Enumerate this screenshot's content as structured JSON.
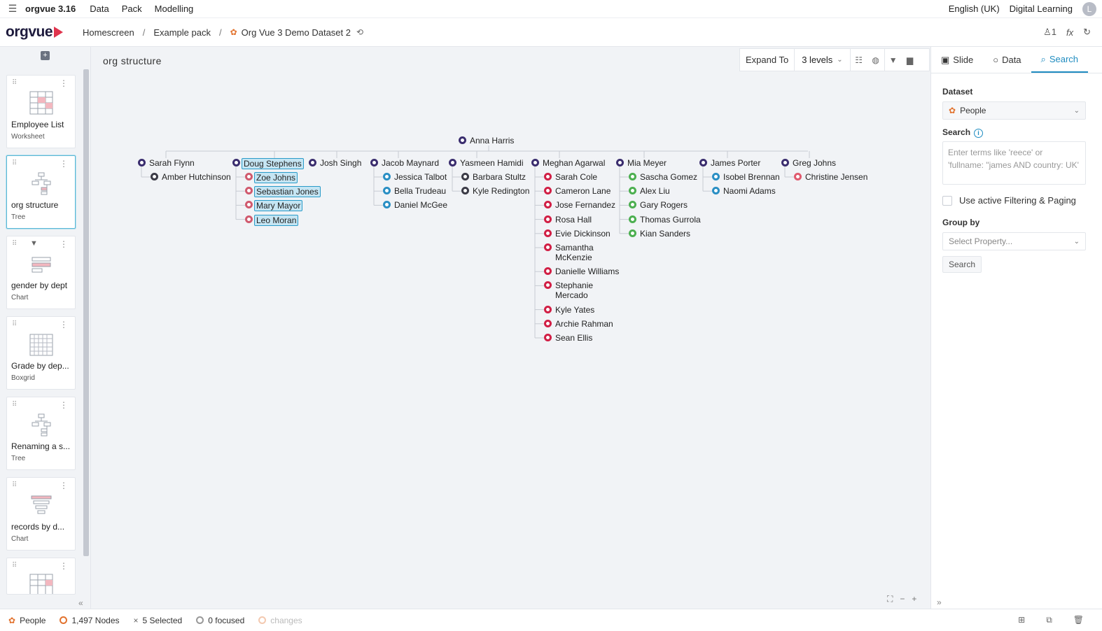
{
  "menubar": {
    "app_name": "orgvue 3.16",
    "items": [
      "Data",
      "Pack",
      "Modelling"
    ],
    "language": "English (UK)",
    "learning": "Digital Learning",
    "avatar_initial": "L"
  },
  "header": {
    "logo": "orgvue",
    "breadcrumb": [
      "Homescreen",
      "Example pack",
      "Org Vue 3 Demo Dataset 2"
    ],
    "user_count": "1",
    "fx": "fx"
  },
  "sidebar": {
    "cards": [
      {
        "title": "Employee List",
        "type": "Worksheet"
      },
      {
        "title": "org structure",
        "type": "Tree"
      },
      {
        "title": "gender by dept",
        "type": "Chart"
      },
      {
        "title": "Grade by dep...",
        "type": "Boxgrid"
      },
      {
        "title": "Renaming a s...",
        "type": "Tree"
      },
      {
        "title": "records by d...",
        "type": "Chart"
      }
    ]
  },
  "canvas": {
    "title": "org structure",
    "toolbar": {
      "expand_label": "Expand To",
      "levels": "3 levels"
    }
  },
  "tree": {
    "root": "Anna Harris",
    "groups": [
      {
        "manager": "Sarah Flynn",
        "reports": [
          "Amber Hutchinson"
        ]
      },
      {
        "manager": "Doug Stephens",
        "reports": [
          "Zoe Johns",
          "Sebastian Jones",
          "Mary Mayor",
          "Leo Moran"
        ]
      },
      {
        "manager": "Josh Singh",
        "reports": []
      },
      {
        "manager": "Jacob Maynard",
        "reports": [
          "Jessica Talbot",
          "Bella Trudeau",
          "Daniel McGee"
        ]
      },
      {
        "manager": "Yasmeen Hamidi",
        "reports": [
          "Barbara Stultz",
          "Kyle Redington"
        ]
      },
      {
        "manager": "Meghan Agarwal",
        "reports": [
          "Sarah Cole",
          "Cameron Lane",
          "Jose Fernandez",
          "Rosa Hall",
          "Evie Dickinson",
          "Samantha McKenzie",
          "Danielle Williams",
          "Stephanie Mercado",
          "Kyle Yates",
          "Archie Rahman",
          "Sean Ellis"
        ]
      },
      {
        "manager": "Mia Meyer",
        "reports": [
          "Sascha Gomez",
          "Alex Liu",
          "Gary Rogers",
          "Thomas Gurrola",
          "Kian Sanders"
        ]
      },
      {
        "manager": "James Porter",
        "reports": [
          "Isobel Brennan",
          "Naomi Adams"
        ]
      },
      {
        "manager": "Greg Johns",
        "reports": [
          "Christine Jensen"
        ]
      }
    ],
    "colors": {
      "manager": "#3a2d6e",
      "selected_report": "#d05a6e",
      "dark_grey": "#3b3b46",
      "blue": "#2a8fc4",
      "red": "#d11f45",
      "green": "#4caf50",
      "salmon": "#e05a6e"
    }
  },
  "right_panel": {
    "tabs": [
      "Slide",
      "Data",
      "Search"
    ],
    "active_tab": "Search",
    "dataset_label": "Dataset",
    "dataset_value": "People",
    "search_label": "Search",
    "search_placeholder": "Enter terms like 'reece' or 'fullname: \"james AND country: UK'",
    "filter_checkbox": "Use active Filtering & Paging",
    "groupby_label": "Group by",
    "groupby_placeholder": "Select Property...",
    "search_button": "Search"
  },
  "statusbar": {
    "dataset": "People",
    "nodes": "1,497 Nodes",
    "selected": "5 Selected",
    "focused": "0 focused",
    "changes": "changes"
  }
}
